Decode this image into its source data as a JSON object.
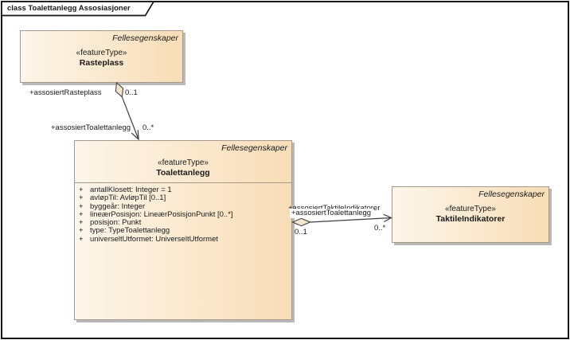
{
  "frame": {
    "title": "class Toalettanlegg Assosiasjoner"
  },
  "classes": {
    "rasteplass": {
      "header": "Fellesegenskaper",
      "stereotype": "«featureType»",
      "name": "Rasteplass"
    },
    "toalettanlegg": {
      "header": "Fellesegenskaper",
      "stereotype": "«featureType»",
      "name": "Toalettanlegg",
      "vis": "+",
      "attributes": [
        "antallKlosett: Integer = 1",
        "avløpTil: AvløpTil [0..1]",
        "byggeår: Integer",
        "lineærPosisjon: LineærPosisjonPunkt [0..*]",
        "posisjon: Punkt",
        "type: TypeToalettanlegg",
        "universeltUtformet: UniverseltUtformet"
      ]
    },
    "taktileindikatorer": {
      "header": "Fellesegenskaper",
      "stereotype": "«featureType»",
      "name": "TaktileIndikatorer"
    }
  },
  "associations": {
    "rasteplass_toalettanlegg": {
      "source_role": "+assosiertRasteplass",
      "source_multiplicity": "0..1",
      "target_role": "+assosiertToalettanlegg",
      "target_multiplicity": "0..*"
    },
    "toalettanlegg_taktileindikatorer": {
      "source_role": "+assosiertToalettanlegg",
      "source_multiplicity": "0..1",
      "target_role": "+assosiertTaktileIndikatorer",
      "target_multiplicity": "0..*"
    }
  },
  "colors": {
    "box_gradient_start": "#fdf6ea",
    "box_gradient_end": "#f8ddb6",
    "box_border": "#a59a8a",
    "shadow": "#b9b9b9",
    "line": "#3f3f3f",
    "diamond_fill": "#f5e7cf",
    "frame_border": "#161616"
  }
}
